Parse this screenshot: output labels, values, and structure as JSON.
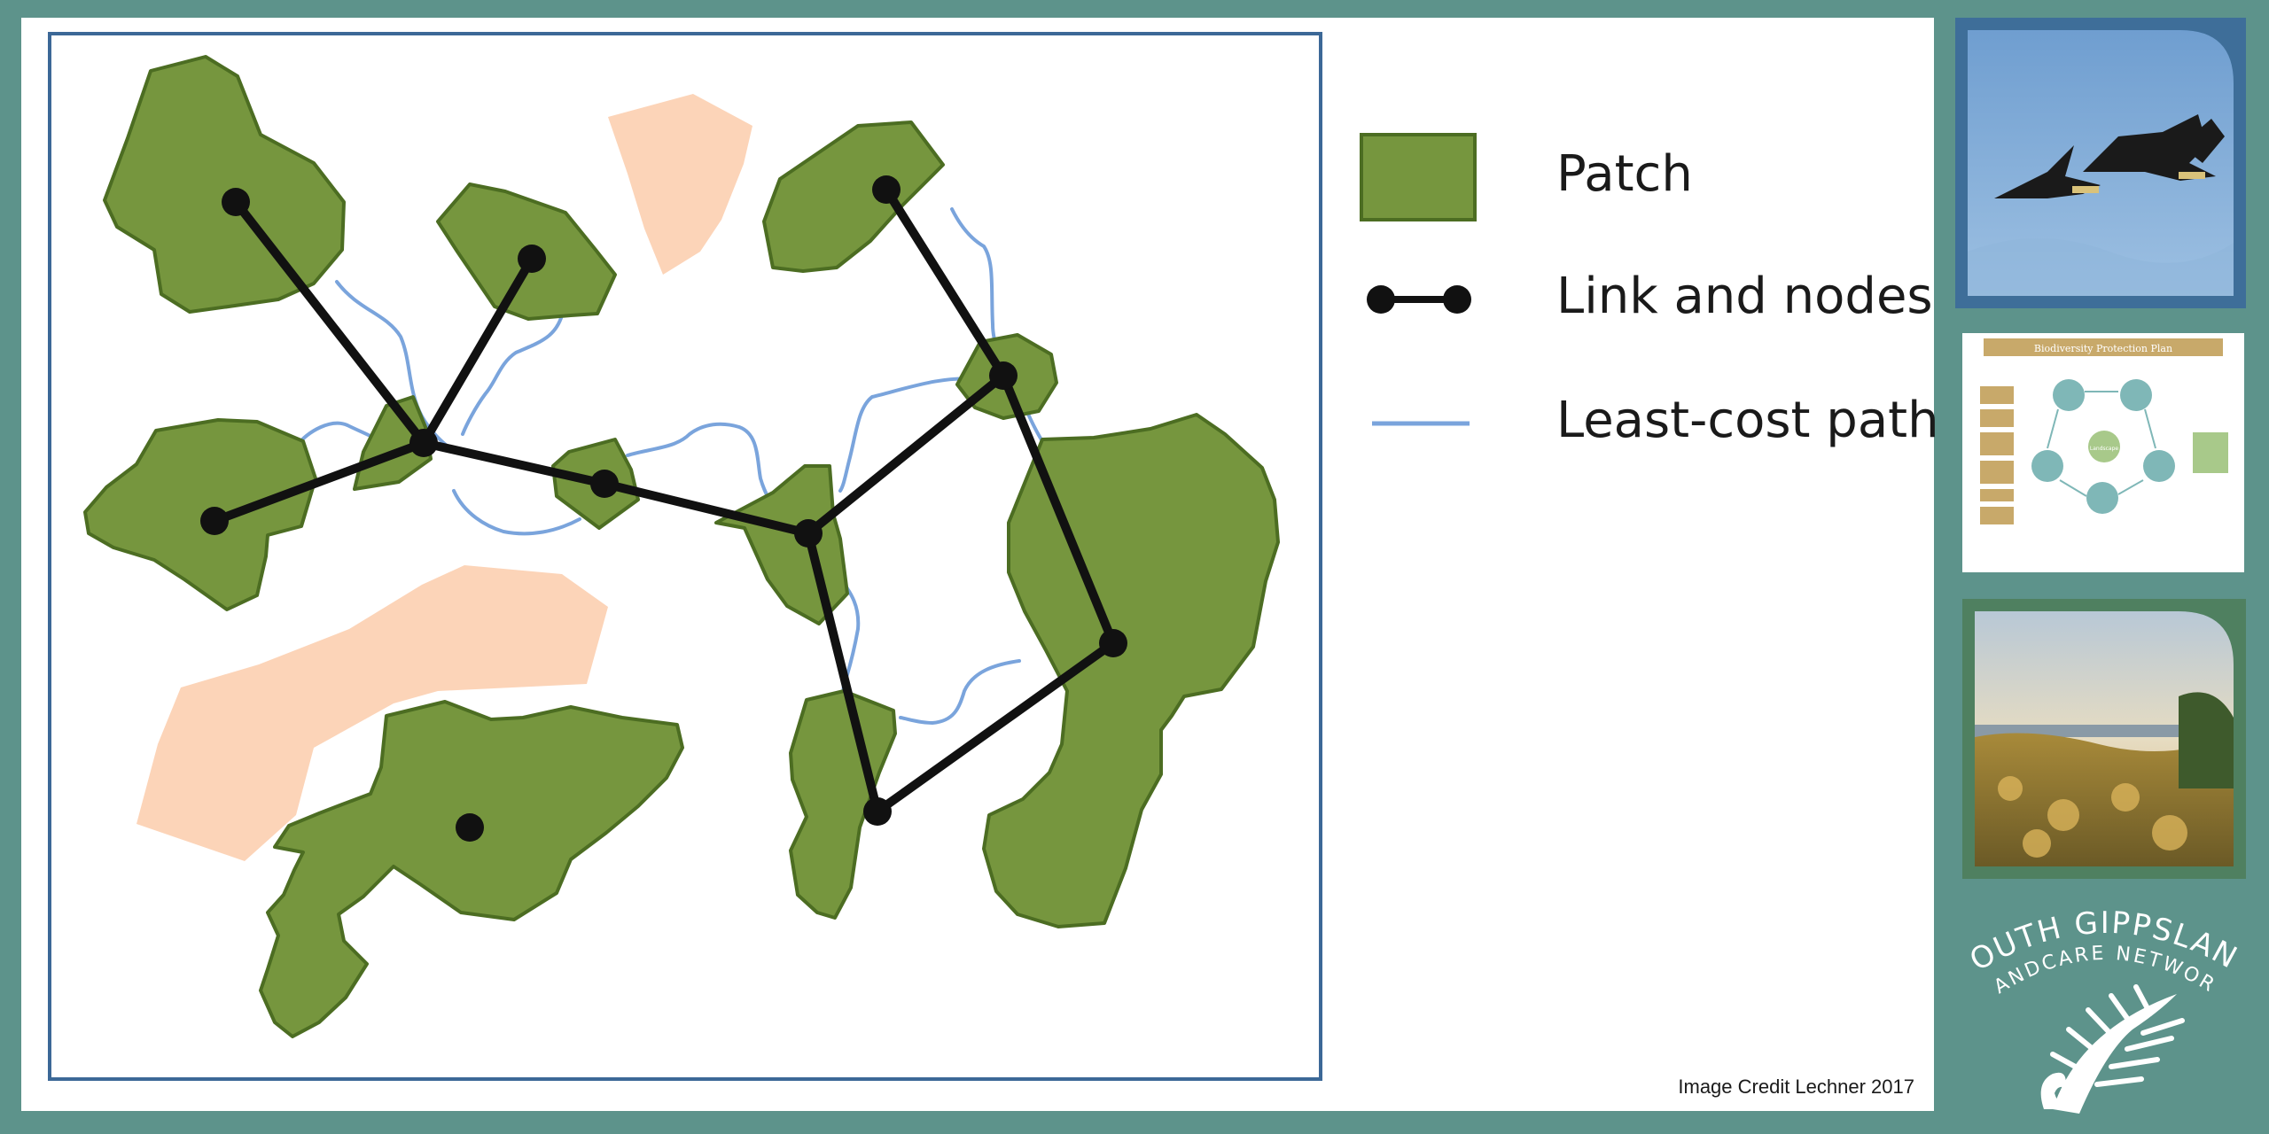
{
  "legend": {
    "patch_label": "Patch",
    "link_label": "Link and nodes",
    "path_label": "Least-cost path"
  },
  "credit": "Image Credit Lechner 2017",
  "thumbnails": {
    "plan_title": "Biodiversity Protection Plan",
    "plan_center": "Landscape"
  },
  "logo": {
    "line1": "SOUTH GIPPSLAND",
    "line2": "LANDCARE NETWORK"
  },
  "colors": {
    "background": "#5d938b",
    "patch": "#76963e",
    "patch_stroke": "#4c6d22",
    "matrix": "#fcd4b8",
    "least_cost_path": "#7aa4dc",
    "link": "#111111",
    "frame": "#3c6897"
  }
}
